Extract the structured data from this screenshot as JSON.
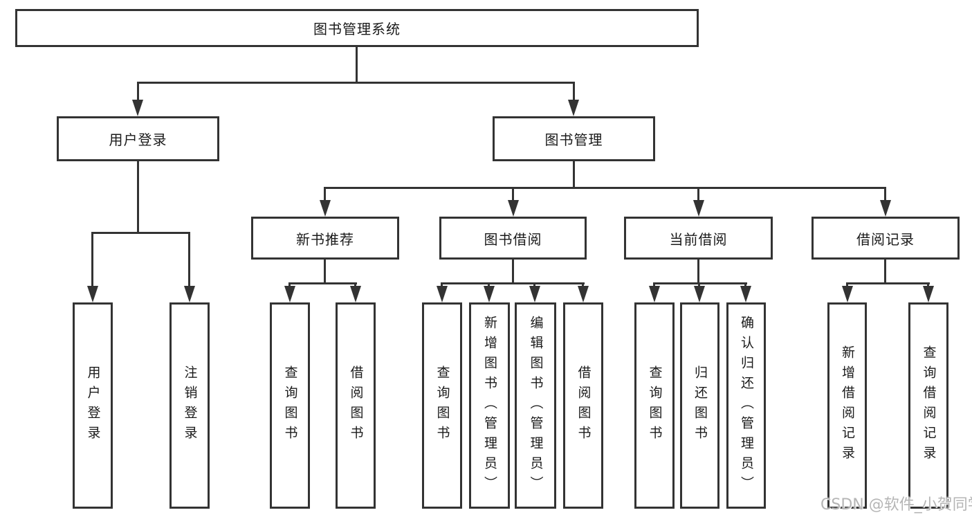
{
  "diagram": {
    "root": {
      "label": "图书管理系统"
    },
    "level2": [
      {
        "label": "用户登录"
      },
      {
        "label": "图书管理"
      }
    ],
    "level3": [
      {
        "label": "新书推荐"
      },
      {
        "label": "图书借阅"
      },
      {
        "label": "当前借阅"
      },
      {
        "label": "借阅记录"
      }
    ],
    "leaves": {
      "user_login": [
        "用户登录",
        "注销登录"
      ],
      "new_book": [
        "查询图书",
        "借阅图书"
      ],
      "book_borrow": [
        "查询图书",
        "新增图书（管理员）",
        "编辑图书（管理员）",
        "借阅图书"
      ],
      "current_borrow": [
        "查询图书",
        "归还图书",
        "确认归还（管理员）"
      ],
      "borrow_record": [
        "新增借阅记录",
        "查询借阅记录"
      ]
    }
  },
  "watermark": {
    "text": "CSDN @软件_小贺同学",
    "color": "#b5b5b5"
  },
  "colors": {
    "line": "#333333",
    "text": "#1a1a1a",
    "background": "#ffffff"
  }
}
